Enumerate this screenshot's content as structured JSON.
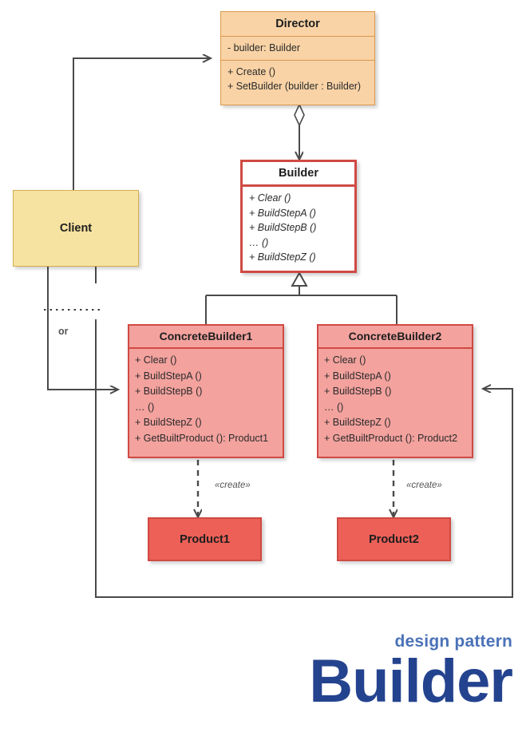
{
  "diagram": {
    "type": "uml-class-diagram",
    "pattern": "Builder"
  },
  "classes": {
    "director": {
      "name": "Director",
      "attributes": [
        "- builder: Builder"
      ],
      "operations": [
        "+ Create ()",
        "+ SetBuilder (builder : Builder)"
      ],
      "fill": "#F9D3A6",
      "stroke": "#D9984B"
    },
    "builder": {
      "name": "Builder",
      "abstract": true,
      "operations": [
        "+ Clear ()",
        "+ BuildStepA ()",
        "+ BuildStepB ()",
        "… ()",
        "+ BuildStepZ ()"
      ],
      "fill": "#FFFFFF",
      "stroke": "#CF4A43"
    },
    "concrete_builder_1": {
      "name": "ConcreteBuilder1",
      "operations": [
        "+ Clear ()",
        "+ BuildStepA ()",
        "+ BuildStepB ()",
        "… ()",
        "+ BuildStepZ ()",
        "+ GetBuiltProduct (): Product1"
      ],
      "fill": "#F3A29E",
      "stroke": "#CF4A43"
    },
    "concrete_builder_2": {
      "name": "ConcreteBuilder2",
      "operations": [
        "+ Clear ()",
        "+ BuildStepA ()",
        "+ BuildStepB ()",
        "… ()",
        "+ BuildStepZ ()",
        "+ GetBuiltProduct (): Product2"
      ],
      "fill": "#F3A29E",
      "stroke": "#CF4A43"
    },
    "client": {
      "name": "Client",
      "fill": "#F7E3A1",
      "stroke": "#D4AE4E"
    },
    "product_1": {
      "name": "Product1",
      "fill": "#EC6058",
      "stroke": "#CF4A43"
    },
    "product_2": {
      "name": "Product2",
      "fill": "#EC6058",
      "stroke": "#CF4A43"
    }
  },
  "edge_labels": {
    "create_1": "«create»",
    "create_2": "«create»",
    "or": "or"
  },
  "caption": {
    "subtitle": "design pattern",
    "title": "Builder",
    "subtitle_color": "#4A72B8",
    "title_color": "#24438F"
  }
}
